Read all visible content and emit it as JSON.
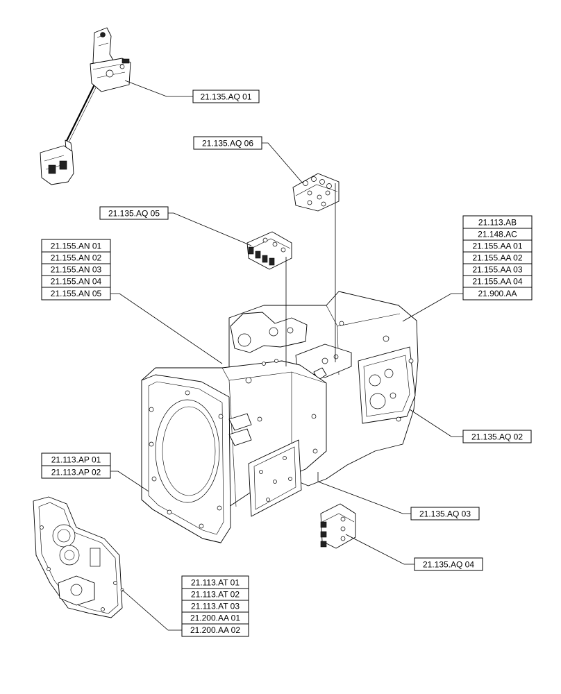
{
  "callouts": [
    {
      "id": "joystick",
      "labels": [
        "21.135.AQ 01"
      ]
    },
    {
      "id": "valve-top",
      "labels": [
        "21.135.AQ 06"
      ]
    },
    {
      "id": "valve-mid",
      "labels": [
        "21.135.AQ 05"
      ]
    },
    {
      "id": "housing-group",
      "labels": [
        "21.155.AN 01",
        "21.155.AN 02",
        "21.155.AN 03",
        "21.155.AN 04",
        "21.155.AN 05"
      ]
    },
    {
      "id": "rear-group",
      "labels": [
        "21.113.AB",
        "21.148.AC",
        "21.155.AA 01",
        "21.155.AA 02",
        "21.155.AA 03",
        "21.155.AA 04",
        "21.900.AA"
      ]
    },
    {
      "id": "manifold",
      "labels": [
        "21.135.AQ 02"
      ]
    },
    {
      "id": "front-plate",
      "labels": [
        "21.113.AP 01",
        "21.113.AP 02"
      ]
    },
    {
      "id": "side-plate",
      "labels": [
        "21.135.AQ 03"
      ]
    },
    {
      "id": "valve-low",
      "labels": [
        "21.135.AQ 04"
      ]
    },
    {
      "id": "cover",
      "labels": [
        "21.113.AT 01",
        "21.113.AT 02",
        "21.113.AT 03",
        "21.200.AA 01",
        "21.200.AA 02"
      ]
    }
  ]
}
